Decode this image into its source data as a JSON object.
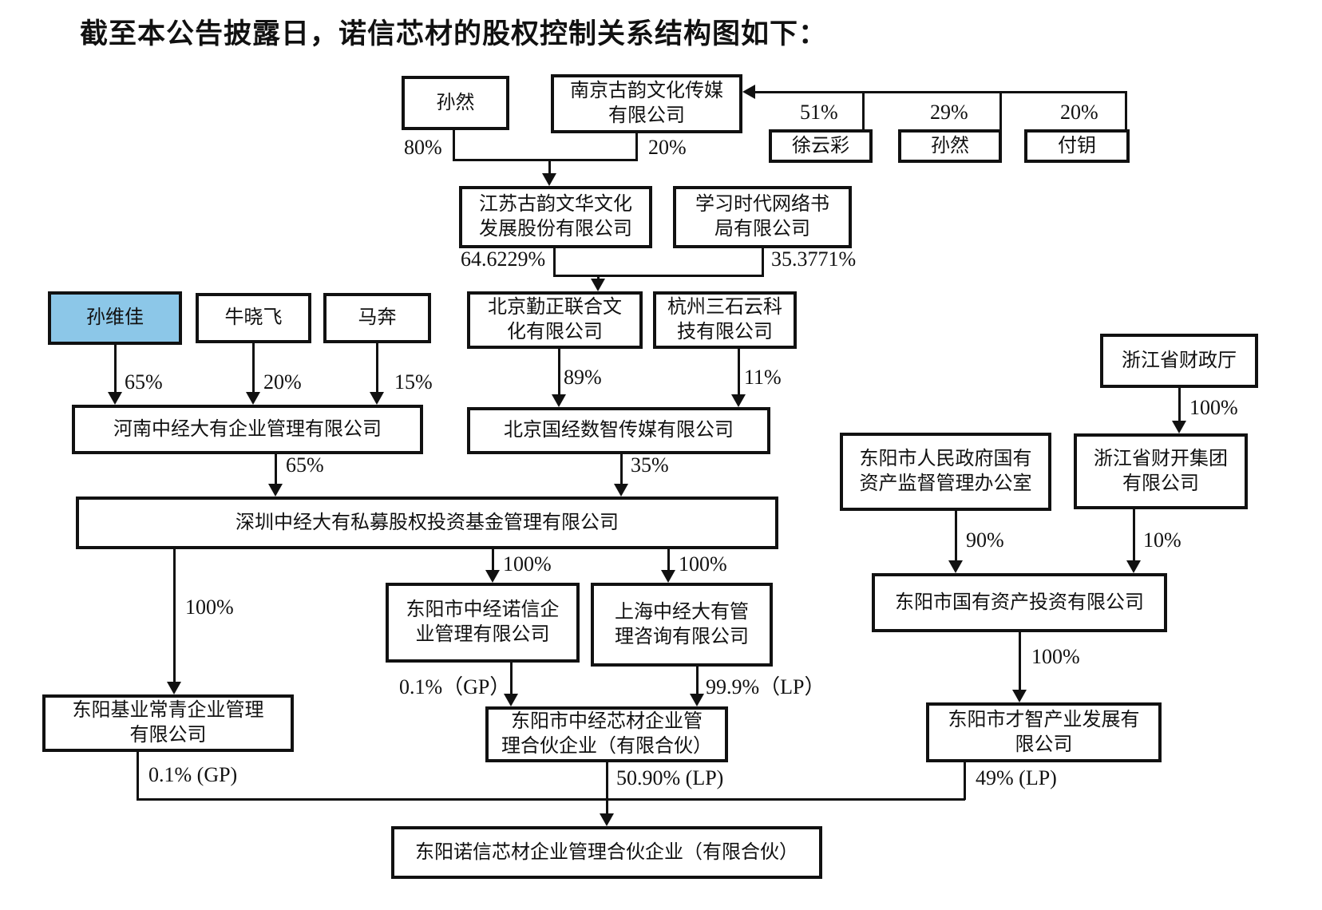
{
  "title": "截至本公告披露日，诺信芯材的股权控制关系结构图如下：",
  "highlight_color": "#8CC7E8",
  "nodes": {
    "a1": {
      "label": "孙然"
    },
    "a2": {
      "label": "南京古韵文化传媒\n有限公司"
    },
    "a3": {
      "label": "徐云彩"
    },
    "a4": {
      "label": "孙然"
    },
    "a5": {
      "label": "付钥"
    },
    "b1": {
      "label": "江苏古韵文华文化\n发展股份有限公司"
    },
    "b2": {
      "label": "学习时代网络书\n局有限公司"
    },
    "c1": {
      "label": "孙维佳"
    },
    "c2": {
      "label": "牛晓飞"
    },
    "c3": {
      "label": "马奔"
    },
    "c4": {
      "label": "北京勤正联合文\n化有限公司"
    },
    "c5": {
      "label": "杭州三石云科\n技有限公司"
    },
    "c6": {
      "label": "浙江省财政厅"
    },
    "d1": {
      "label": "河南中经大有企业管理有限公司"
    },
    "d2": {
      "label": "北京国经数智传媒有限公司"
    },
    "d3": {
      "label": "东阳市人民政府国有\n资产监督管理办公室"
    },
    "d4": {
      "label": "浙江省财开集团\n有限公司"
    },
    "e1": {
      "label": "深圳中经大有私募股权投资基金管理有限公司"
    },
    "e2": {
      "label": "东阳市国有资产投资有限公司"
    },
    "f1": {
      "label": "东阳基业常青企业管理\n有限公司"
    },
    "f2": {
      "label": "东阳市中经诺信企\n业管理有限公司"
    },
    "f3": {
      "label": "上海中经大有管\n理咨询有限公司"
    },
    "f4": {
      "label": "东阳市才智产业发展有\n限公司"
    },
    "g1": {
      "label": "东阳市中经芯材企业管\n理合伙企业（有限合伙）"
    },
    "h1": {
      "label": "东阳诺信芯材企业管理合伙企业（有限合伙）"
    }
  },
  "labels": {
    "p80": "80%",
    "p20a": "20%",
    "p51": "51%",
    "p29": "29%",
    "p20b": "20%",
    "p64": "64.6229%",
    "p35a": "35.3771%",
    "p65a": "65%",
    "p20c": "20%",
    "p15": "15%",
    "p89": "89%",
    "p11": "11%",
    "p100a": "100%",
    "p65b": "65%",
    "p35b": "35%",
    "p90": "90%",
    "p10": "10%",
    "p100b": "100%",
    "p100c": "100%",
    "p100d": "100%",
    "p100e": "100%",
    "p01gp_a": "0.1%（GP）",
    "p999lp": "99.9%（LP）",
    "p01gp_b": "0.1% (GP)",
    "p5090lp": "50.90% (LP)",
    "p49lp": "49% (LP)"
  }
}
